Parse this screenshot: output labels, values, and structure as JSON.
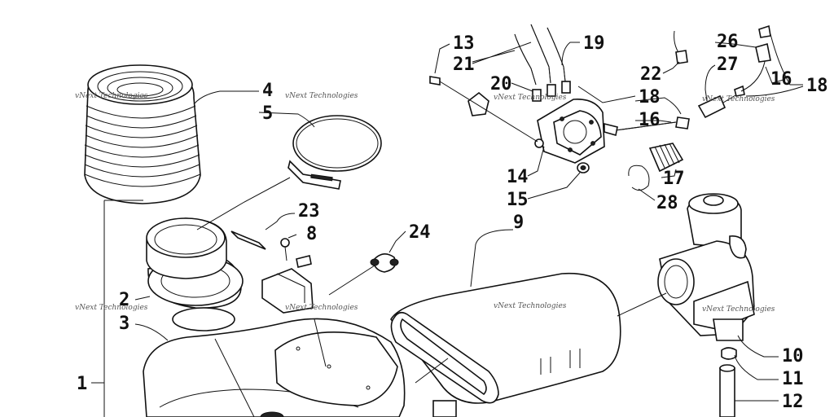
{
  "diagram": {
    "callouts": [
      "1",
      "2",
      "3",
      "4",
      "5",
      "8",
      "9",
      "10",
      "11",
      "12",
      "13",
      "14",
      "15",
      "16",
      "16",
      "17",
      "18",
      "18",
      "19",
      "20",
      "21",
      "22",
      "23",
      "24",
      "26",
      "27",
      "28"
    ],
    "watermark": "vNext Technologies"
  }
}
